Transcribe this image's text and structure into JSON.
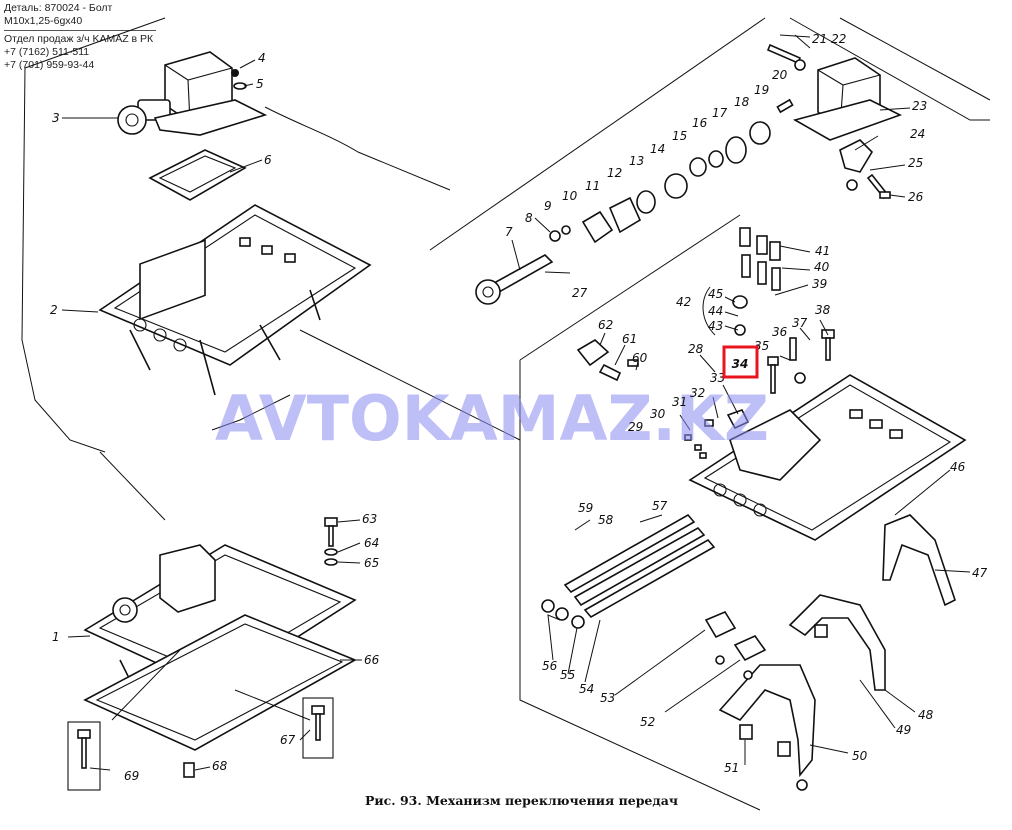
{
  "header": {
    "detail": "Деталь: 870024 - Болт М10x1,25-6gx40",
    "sales": "Отдел продаж з/ч KAMAZ в РК",
    "phone1": "+7 (7162) 511-511",
    "phone2": "+7 (701) 959-93-44"
  },
  "watermark": "AVTOKAMAZ.KZ",
  "caption": "Рис. 93. Механизм переключения передач",
  "highlight": {
    "label": "34",
    "color": "#e8141e"
  },
  "callouts": [
    {
      "id": "1"
    },
    {
      "id": "2"
    },
    {
      "id": "3"
    },
    {
      "id": "4"
    },
    {
      "id": "5"
    },
    {
      "id": "6"
    },
    {
      "id": "7"
    },
    {
      "id": "8"
    },
    {
      "id": "9"
    },
    {
      "id": "10"
    },
    {
      "id": "11"
    },
    {
      "id": "12"
    },
    {
      "id": "13"
    },
    {
      "id": "14"
    },
    {
      "id": "15"
    },
    {
      "id": "16"
    },
    {
      "id": "17"
    },
    {
      "id": "18"
    },
    {
      "id": "19"
    },
    {
      "id": "20"
    },
    {
      "id": "21 22"
    },
    {
      "id": "23"
    },
    {
      "id": "24"
    },
    {
      "id": "25"
    },
    {
      "id": "26"
    },
    {
      "id": "27"
    },
    {
      "id": "28"
    },
    {
      "id": "29"
    },
    {
      "id": "30"
    },
    {
      "id": "31"
    },
    {
      "id": "32"
    },
    {
      "id": "33"
    },
    {
      "id": "35"
    },
    {
      "id": "36"
    },
    {
      "id": "37"
    },
    {
      "id": "38"
    },
    {
      "id": "39"
    },
    {
      "id": "40"
    },
    {
      "id": "41"
    },
    {
      "id": "42"
    },
    {
      "id": "43"
    },
    {
      "id": "44"
    },
    {
      "id": "45"
    },
    {
      "id": "46"
    },
    {
      "id": "47"
    },
    {
      "id": "48"
    },
    {
      "id": "49"
    },
    {
      "id": "50"
    },
    {
      "id": "51"
    },
    {
      "id": "52"
    },
    {
      "id": "53"
    },
    {
      "id": "54"
    },
    {
      "id": "55"
    },
    {
      "id": "56"
    },
    {
      "id": "57"
    },
    {
      "id": "58"
    },
    {
      "id": "59"
    },
    {
      "id": "60"
    },
    {
      "id": "61"
    },
    {
      "id": "62"
    },
    {
      "id": "63"
    },
    {
      "id": "64"
    },
    {
      "id": "65"
    },
    {
      "id": "66"
    },
    {
      "id": "67"
    },
    {
      "id": "68"
    },
    {
      "id": "69"
    }
  ]
}
